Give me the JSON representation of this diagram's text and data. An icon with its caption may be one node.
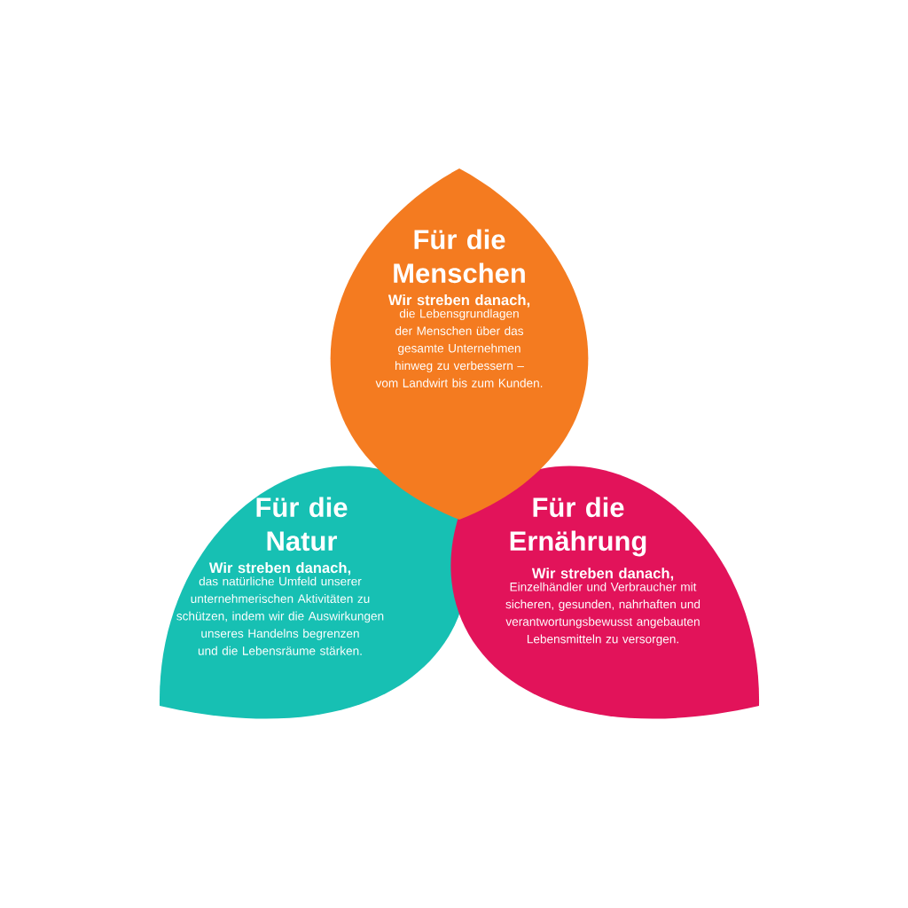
{
  "diagram": {
    "nodes": [
      {
        "text": [
          "Für die Menschen",
          "Wir streben danach,",
          "die Lebensgrundlagen der Menschen über das gesamte Unternehmen hinweg zu verbessern – vom Landwirt bis zum Kunden."
        ]
      },
      {
        "text": [
          "Für die Natur",
          "Wir streben danach,",
          "das natürliche Umfeld unserer unternehmerischen Aktivitäten zu schützen, indem wir die Auswirkungen unseres Handelns begrenzen und die Lebensräume stärken."
        ]
      },
      {
        "text": [
          "Für die Ernährung",
          "Wir streben danach,",
          "Einzelhändler und Verbraucher mit sicheren, gesunden, nahrhaften und verantwortungsbewusst angebauten Lebensmitteln zu versorgen."
        ]
      }
    ]
  }
}
